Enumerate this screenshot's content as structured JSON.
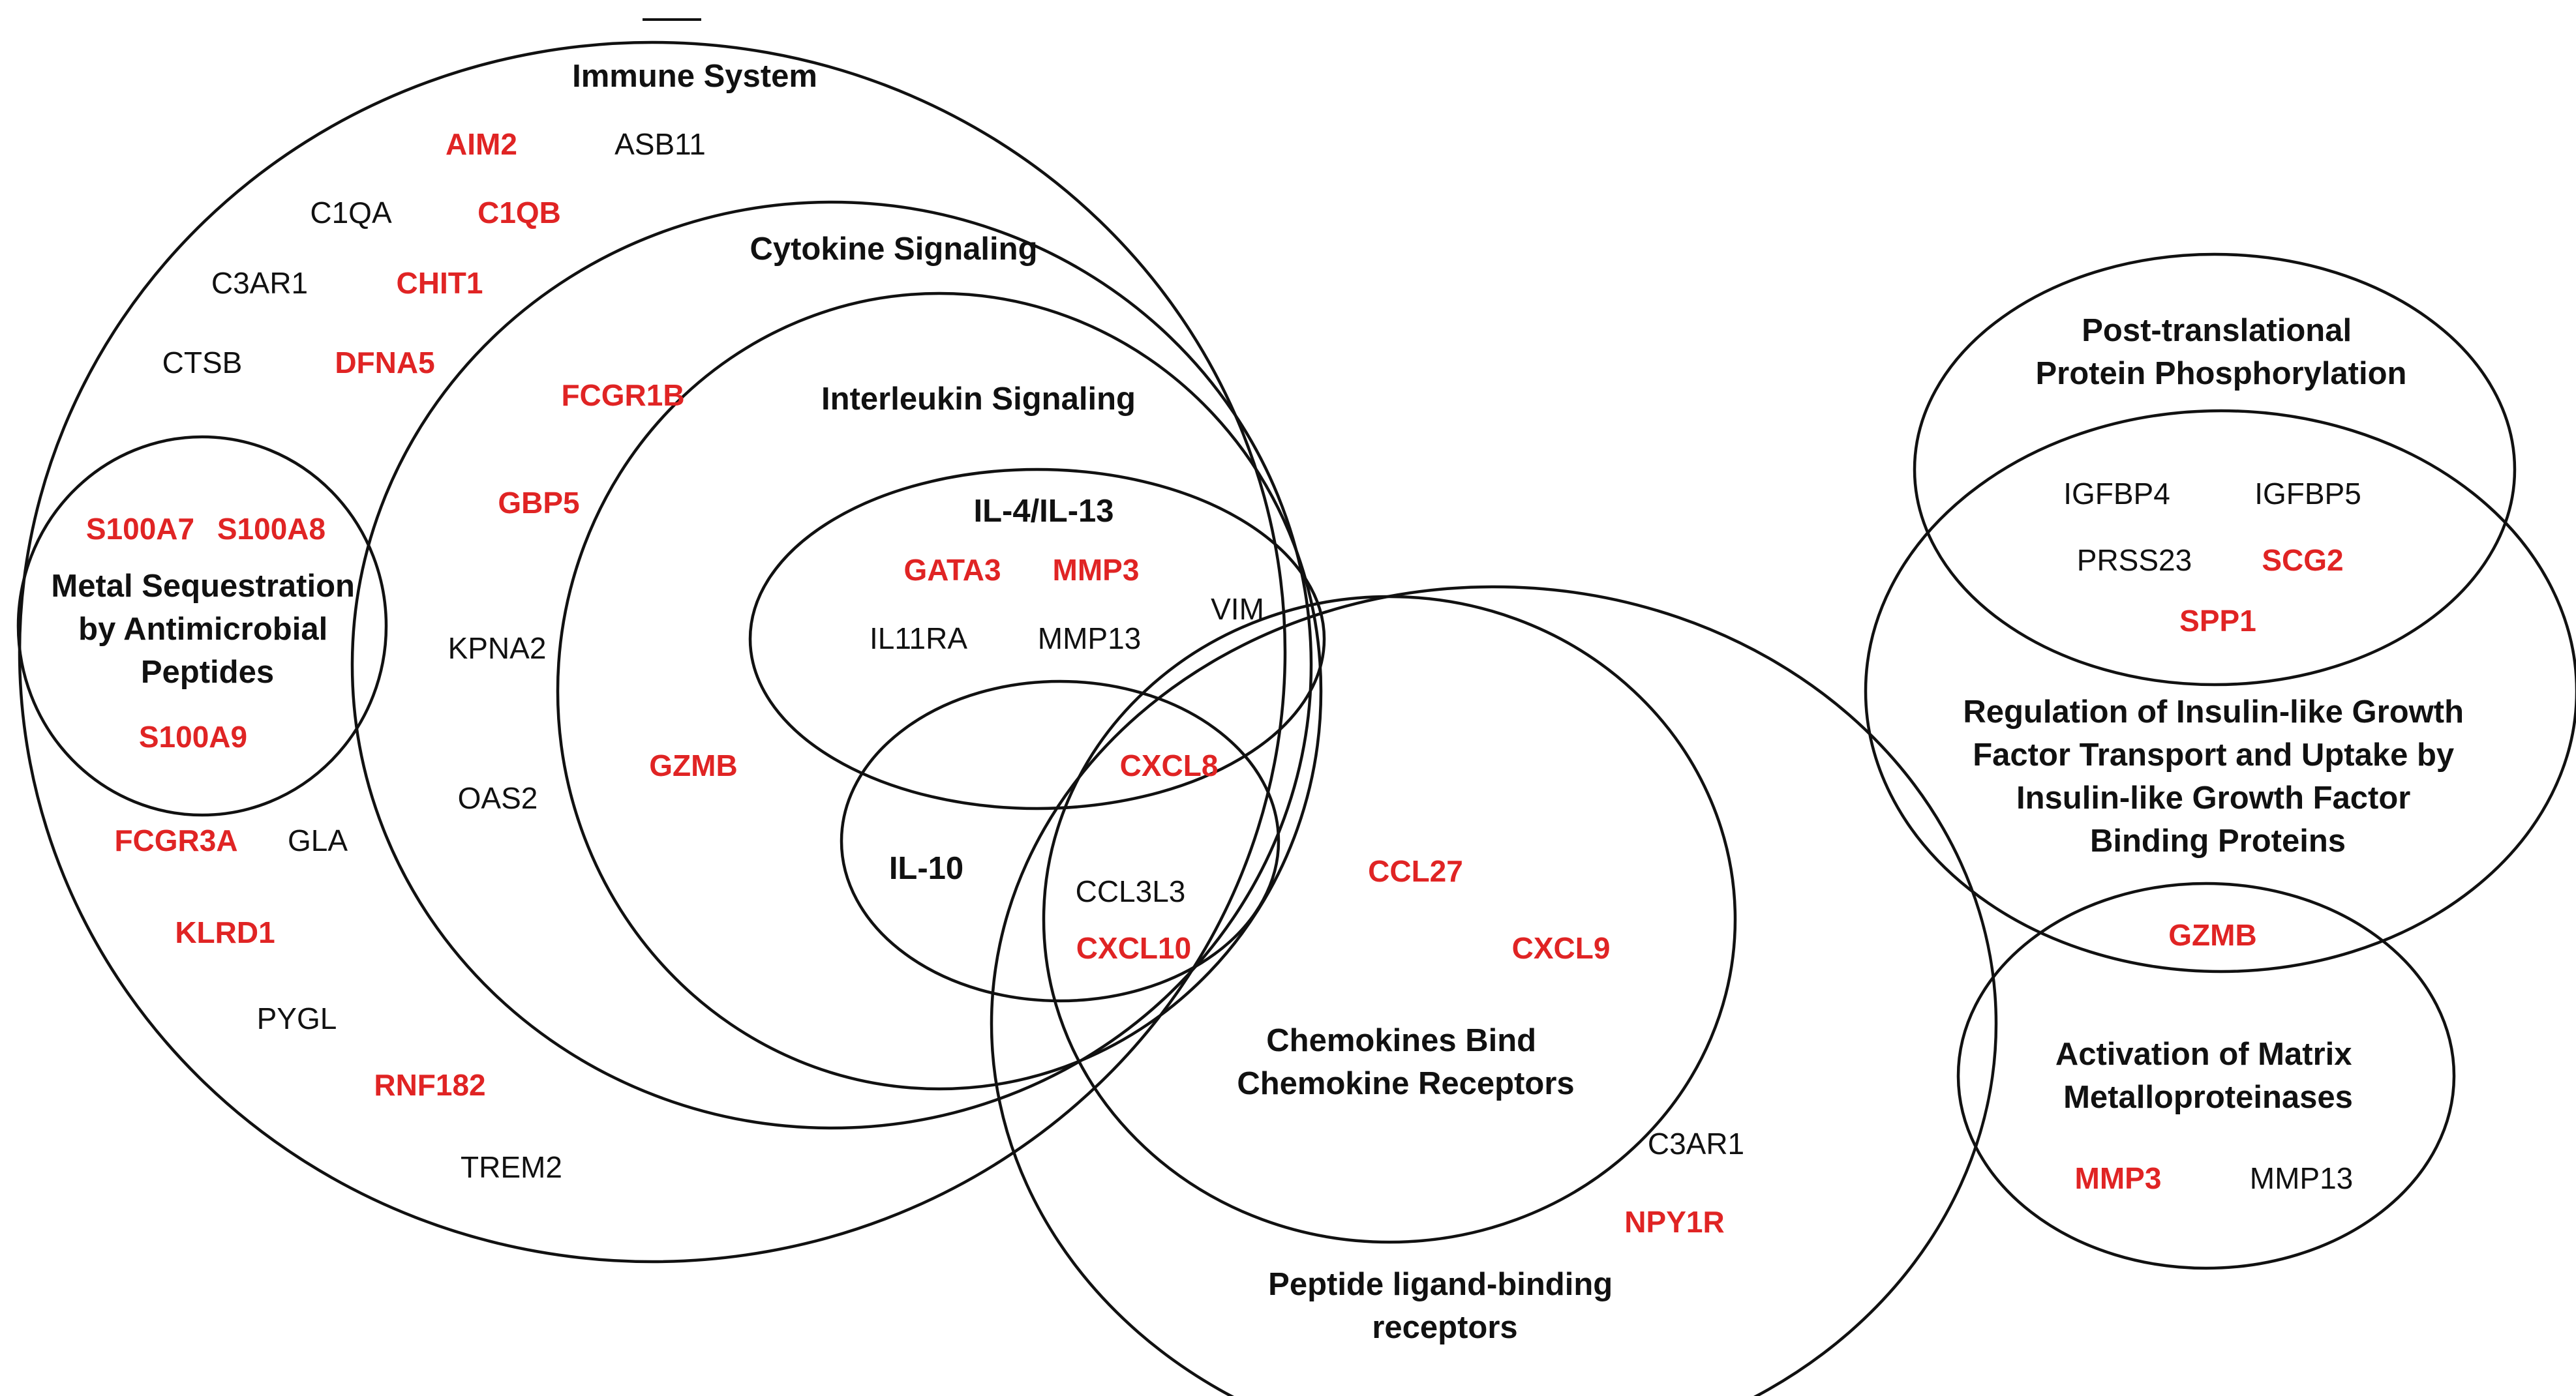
{
  "colors": {
    "highlight": "#e02424",
    "normal": "#111111",
    "background": "#ffffff"
  },
  "titles": {
    "immune_system": "Immune System",
    "cytokine_signaling": "Cytokine Signaling",
    "interleukin_signaling": "Interleukin Signaling",
    "il4_il13": "IL-4/IL-13",
    "il10": "IL-10",
    "metal_sequestration": [
      "Metal Sequestration",
      "by Antimicrobial",
      "Peptides"
    ],
    "chemokines": [
      "Chemokines Bind",
      "Chemokine Receptors"
    ],
    "peptide_ligand": [
      "Peptide ligand-binding",
      "receptors"
    ],
    "post_translational": [
      "Post-translational",
      "Protein Phosphorylation"
    ],
    "igf_regulation": [
      "Regulation of Insulin-like Growth",
      "Factor Transport and Uptake by",
      "Insulin-like Growth Factor",
      "Binding Proteins"
    ],
    "mmp_activation": [
      "Activation of Matrix",
      "Metalloproteinases"
    ]
  },
  "genes": {
    "aim2": {
      "label": "AIM2",
      "highlighted": true
    },
    "asb11": {
      "label": "ASB11",
      "highlighted": false
    },
    "c1qa": {
      "label": "C1QA",
      "highlighted": false
    },
    "c1qb": {
      "label": "C1QB",
      "highlighted": true
    },
    "c3ar1_immune": {
      "label": "C3AR1",
      "highlighted": false
    },
    "chit1": {
      "label": "CHIT1",
      "highlighted": true
    },
    "ctsb": {
      "label": "CTSB",
      "highlighted": false
    },
    "dfna5": {
      "label": "DFNA5",
      "highlighted": true
    },
    "fcgr1b": {
      "label": "FCGR1B",
      "highlighted": true
    },
    "gbp5": {
      "label": "GBP5",
      "highlighted": true
    },
    "kpna2": {
      "label": "KPNA2",
      "highlighted": false
    },
    "oas2": {
      "label": "OAS2",
      "highlighted": false
    },
    "gzmb_immune": {
      "label": "GZMB",
      "highlighted": true
    },
    "s100a7": {
      "label": "S100A7",
      "highlighted": true
    },
    "s100a8": {
      "label": "S100A8",
      "highlighted": true
    },
    "s100a9": {
      "label": "S100A9",
      "highlighted": true
    },
    "fcgr3a": {
      "label": "FCGR3A",
      "highlighted": true
    },
    "gla": {
      "label": "GLA",
      "highlighted": false
    },
    "klrd1": {
      "label": "KLRD1",
      "highlighted": true
    },
    "pygl": {
      "label": "PYGL",
      "highlighted": false
    },
    "rnf182": {
      "label": "RNF182",
      "highlighted": true
    },
    "trem2": {
      "label": "TREM2",
      "highlighted": false
    },
    "gata3": {
      "label": "GATA3",
      "highlighted": true
    },
    "mmp3_il4": {
      "label": "MMP3",
      "highlighted": true
    },
    "vim": {
      "label": "VIM",
      "highlighted": false
    },
    "il11ra": {
      "label": "IL11RA",
      "highlighted": false
    },
    "mmp13_il4": {
      "label": "MMP13",
      "highlighted": false
    },
    "cxcl8": {
      "label": "CXCL8",
      "highlighted": true
    },
    "ccl3l3": {
      "label": "CCL3L3",
      "highlighted": false
    },
    "cxcl10": {
      "label": "CXCL10",
      "highlighted": true
    },
    "ccl27": {
      "label": "CCL27",
      "highlighted": true
    },
    "cxcl9": {
      "label": "CXCL9",
      "highlighted": true
    },
    "c3ar1_peptide": {
      "label": "C3AR1",
      "highlighted": false
    },
    "npy1r": {
      "label": "NPY1R",
      "highlighted": true
    },
    "igfbp4": {
      "label": "IGFBP4",
      "highlighted": false
    },
    "igfbp5": {
      "label": "IGFBP5",
      "highlighted": false
    },
    "prss23": {
      "label": "PRSS23",
      "highlighted": false
    },
    "scg2": {
      "label": "SCG2",
      "highlighted": true
    },
    "spp1": {
      "label": "SPP1",
      "highlighted": true
    },
    "gzmb_mmp": {
      "label": "GZMB",
      "highlighted": true
    },
    "mmp3_mmp": {
      "label": "MMP3",
      "highlighted": true
    },
    "mmp13_mmp": {
      "label": "MMP13",
      "highlighted": false
    }
  }
}
